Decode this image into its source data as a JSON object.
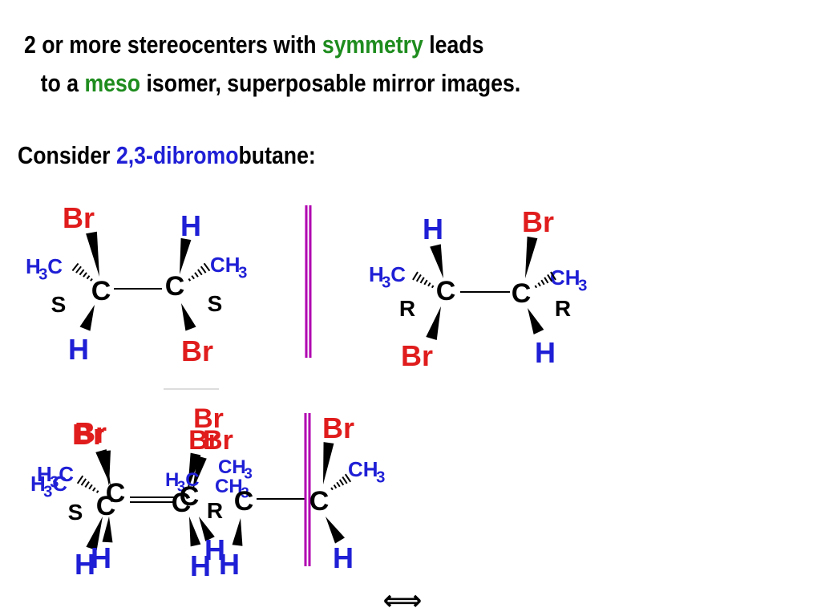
{
  "header": {
    "line1_pre": "2 or more stereocenters with ",
    "line1_kw": "symmetry",
    "line1_post": " leads",
    "line2_pre": "to a ",
    "line2_kw": "meso",
    "line2_post": " isomer, superposable mirror images."
  },
  "consider": {
    "pre": "Consider ",
    "kw": "2,3-dibromo",
    "post": "butane:"
  },
  "labels": {
    "br": "Br",
    "h": "H",
    "c": "C",
    "s": "S",
    "r": "R",
    "ch": "CH",
    "three": "3",
    "h3c_h": "H",
    "h3c_c": "C"
  },
  "arrow": "⟺",
  "colors": {
    "bromine": "#e01c1c",
    "hydrogen": "#1f1fd6",
    "keyword_green": "#1e8c1e",
    "keyword_blue": "#1f1fd6",
    "mirror": "#b000b0"
  }
}
